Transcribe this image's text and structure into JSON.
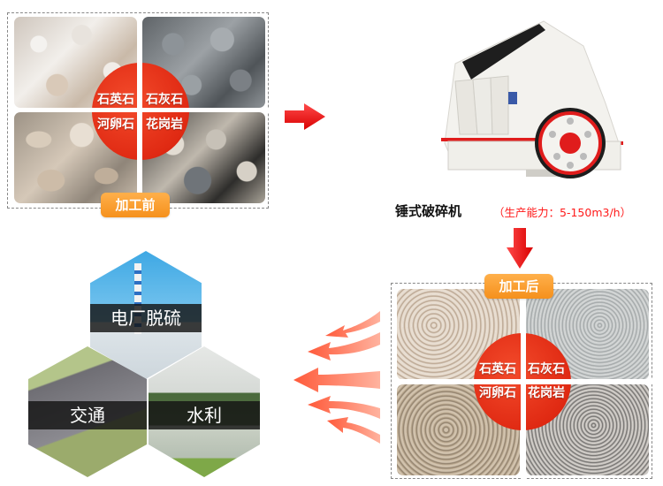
{
  "before_panel": {
    "tag_label": "加工前",
    "stones": [
      {
        "label": "石英石",
        "texture": "quartz"
      },
      {
        "label": "石灰石",
        "texture": "limestone"
      },
      {
        "label": "河卵石",
        "texture": "pebble"
      },
      {
        "label": "花岗岩",
        "texture": "granite"
      }
    ]
  },
  "machine": {
    "name": "锤式破碎机",
    "capacity": "（生产能力：5-150m3/h）"
  },
  "after_panel": {
    "tag_label": "加工后",
    "stones": [
      {
        "label": "石英石",
        "texture": "quartz"
      },
      {
        "label": "石灰石",
        "texture": "limestone"
      },
      {
        "label": "河卵石",
        "texture": "pebble"
      },
      {
        "label": "花岗岩",
        "texture": "granite"
      }
    ]
  },
  "applications": [
    {
      "label": "电厂脱硫"
    },
    {
      "label": "交通"
    },
    {
      "label": "水利"
    }
  ],
  "colors": {
    "accent_red": "#e02a13",
    "tag_orange": "#f5901c",
    "capacity_text": "#ff1a1a",
    "band_dark": "#141414"
  },
  "arrows": {
    "right_arrow": "arrow-right-icon",
    "down_arrow": "arrow-down-icon",
    "fan_arrows": "arrow-left-fan-icon"
  }
}
